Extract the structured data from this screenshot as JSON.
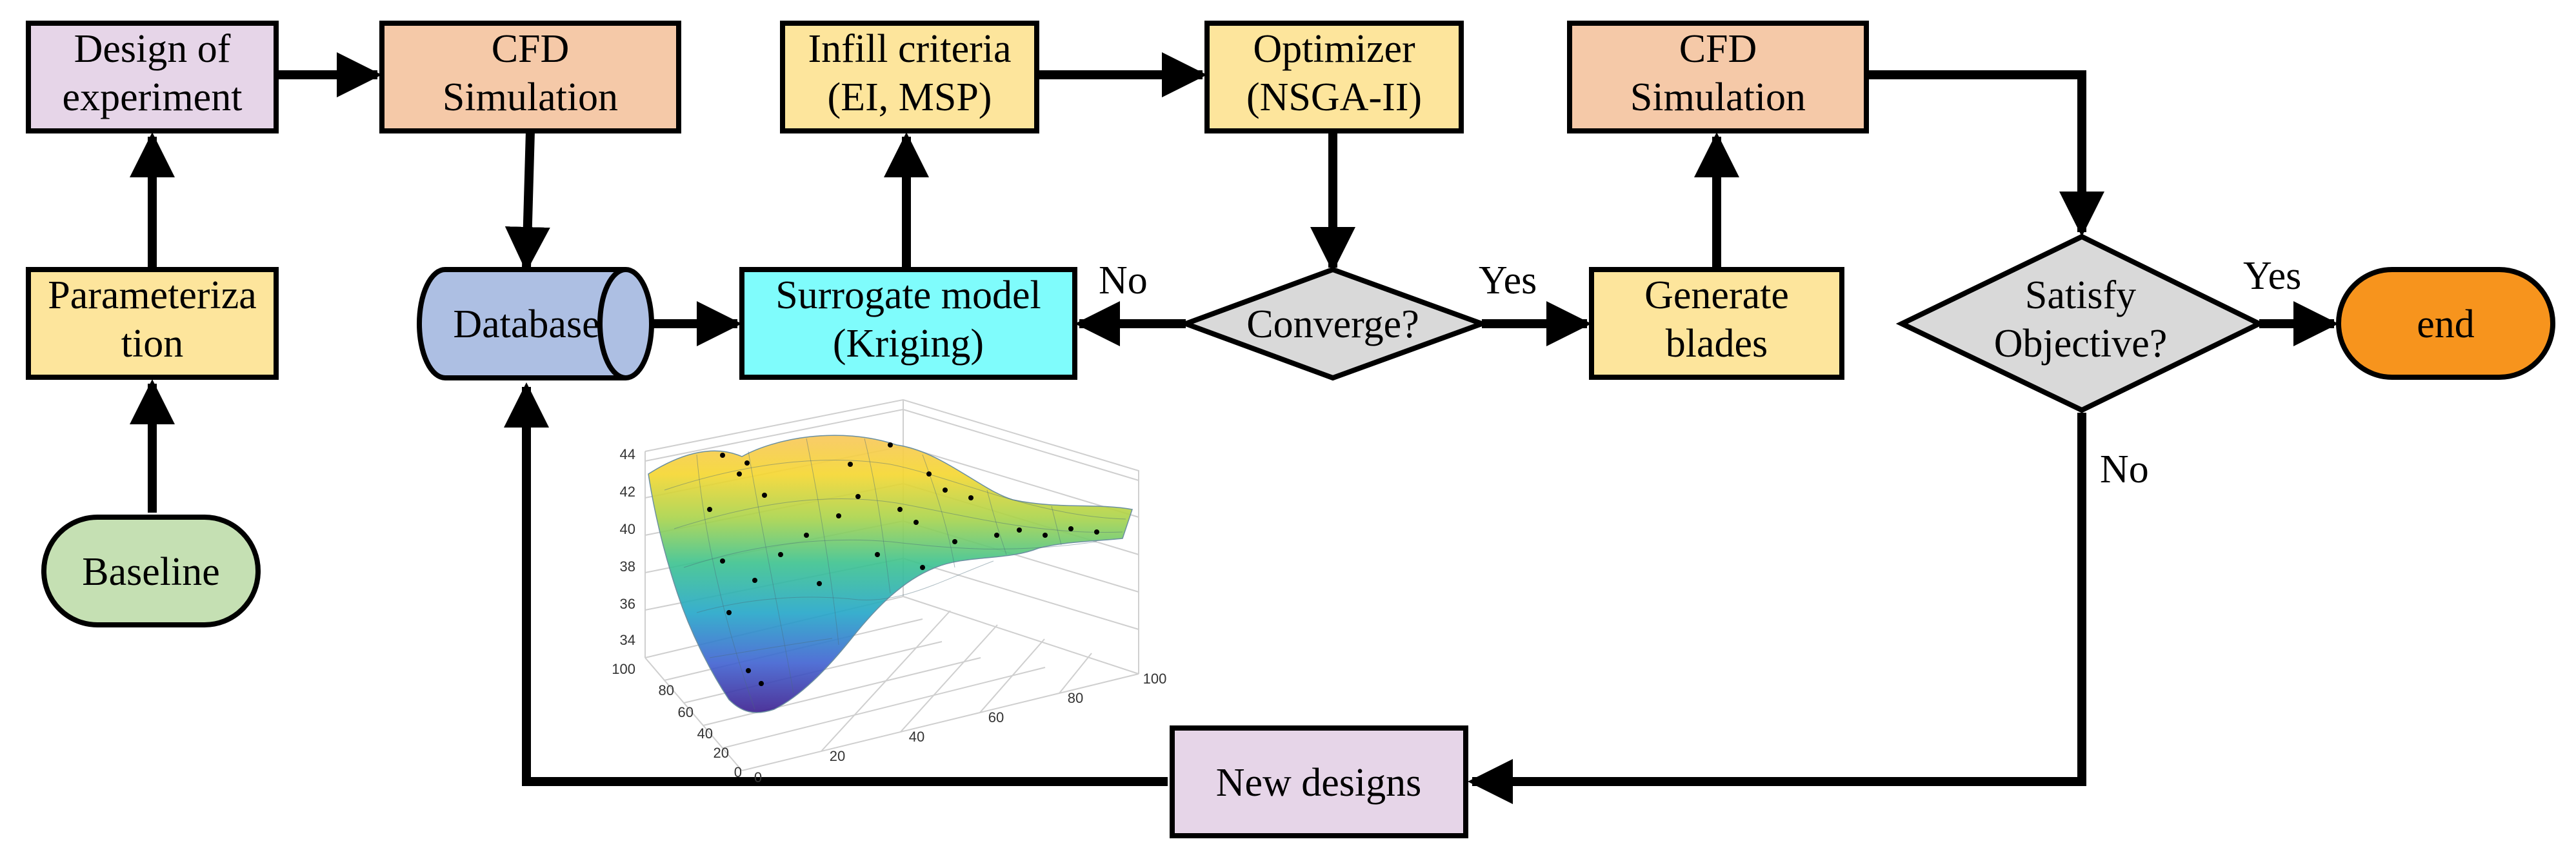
{
  "nodes": {
    "doe": {
      "lines": [
        "Design of",
        "experiment"
      ],
      "color": "#e6d5e8"
    },
    "cfd1": {
      "lines": [
        "CFD",
        "Simulation"
      ],
      "color": "#f5c9a8"
    },
    "infill": {
      "lines": [
        "Infill criteria",
        "(EI, MSP)"
      ],
      "color": "#fde59c"
    },
    "optimizer": {
      "lines": [
        "Optimizer",
        "(NSGA-II)"
      ],
      "color": "#fde59c"
    },
    "cfd2": {
      "lines": [
        "CFD",
        "Simulation"
      ],
      "color": "#f5c9a8"
    },
    "param": {
      "lines": [
        "Parameteriza",
        "tion"
      ],
      "color": "#fde59c"
    },
    "database": {
      "lines": [
        "Database"
      ],
      "color": "#adbfe3"
    },
    "surrogate": {
      "lines": [
        "Surrogate model",
        "(Kriging)"
      ],
      "color": "#7ffcfc"
    },
    "converge": {
      "lines": [
        "Converge?"
      ],
      "color": "#d9d9d9"
    },
    "generate": {
      "lines": [
        "Generate",
        "blades"
      ],
      "color": "#fde59c"
    },
    "satisfy": {
      "lines": [
        "Satisfy",
        "Objective?"
      ],
      "color": "#d9d9d9"
    },
    "end": {
      "lines": [
        "end"
      ],
      "color": "#f7941d"
    },
    "baseline": {
      "lines": [
        "Baseline"
      ],
      "color": "#c5e0b3"
    },
    "new_designs": {
      "lines": [
        "New designs"
      ],
      "color": "#e6d5e8"
    }
  },
  "edge_labels": {
    "converge_no": "No",
    "converge_yes": "Yes",
    "satisfy_yes": "Yes",
    "satisfy_no": "No"
  },
  "surface_plot": {
    "z_ticks": [
      "44",
      "42",
      "40",
      "38",
      "36",
      "34"
    ],
    "y_ticks": [
      "100",
      "80",
      "60",
      "40",
      "20",
      "0"
    ],
    "x_ticks": [
      "0",
      "20",
      "40",
      "60",
      "80",
      "100"
    ],
    "colormap": [
      "#3b1e8f",
      "#3f62d1",
      "#23a6c8",
      "#3cc28e",
      "#a8d34a",
      "#f5d62e",
      "#f7c65a"
    ]
  }
}
